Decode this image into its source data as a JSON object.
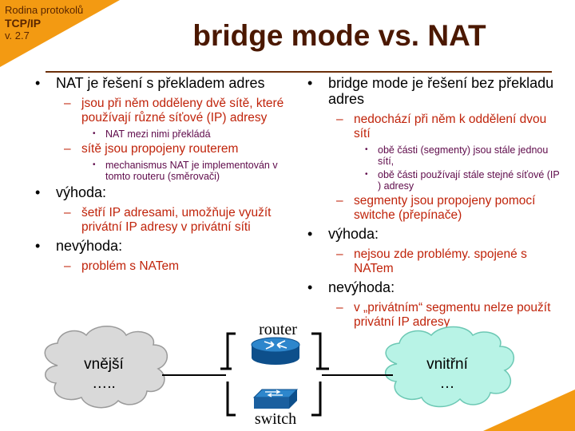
{
  "badge": {
    "line1": "Rodina protokolů",
    "line2": "TCP/IP",
    "line3": "v. 2.7"
  },
  "title": "bridge mode vs. NAT",
  "left_column": [
    {
      "level": 1,
      "text": "NAT je řešení  s překladem adres"
    },
    {
      "level": 2,
      "text": "jsou při něm odděleny dvě sítě, které používají různé síťové (IP) adresy"
    },
    {
      "level": 3,
      "text": "NAT mezi nimi překládá"
    },
    {
      "level": 2,
      "text": "sítě jsou propojeny routerem"
    },
    {
      "level": 3,
      "text": "mechanismus  NAT je implementován  v tomto routeru (směrovači)"
    },
    {
      "level": 1,
      "text": "výhoda:"
    },
    {
      "level": 2,
      "text": "šetří IP adresami, umožňuje využít privátní  IP adresy v privátní síti"
    },
    {
      "level": 1,
      "text": "nevýhoda:"
    },
    {
      "level": 2,
      "text": "problém s NATem"
    }
  ],
  "right_column": [
    {
      "level": 1,
      "text": "bridge mode je řešení  bez překladu  adres"
    },
    {
      "level": 2,
      "text": "nedochází při něm k oddělení dvou sítí"
    },
    {
      "level": 3,
      "text": "obě části (segmenty) jsou stále jednou sítí,"
    },
    {
      "level": 3,
      "text": "obě části používají  stále stejné síťové  (IP  ) adresy"
    },
    {
      "level": 2,
      "text": "segmenty jsou propojeny pomocí switche (přepínače)"
    },
    {
      "level": 1,
      "text": "výhoda:"
    },
    {
      "level": 2,
      "text": "nejsou zde problémy. spojené s NATem"
    },
    {
      "level": 1,
      "text": "nevýhoda:"
    },
    {
      "level": 2,
      "text": "v „privátním“ segmentu nelze použít privátní  IP adresy"
    }
  ],
  "diagram": {
    "outer_cloud": {
      "line1": "vnější",
      "line2": "….."
    },
    "inner_cloud": {
      "line1": "vnitřní",
      "line2": "…"
    },
    "router_label": "router",
    "switch_label": "switch",
    "router_icon": "router-icon",
    "switch_icon": "switch-icon"
  },
  "colors": {
    "accent_orange": "#f39a12",
    "title_brown": "#4b1800",
    "sub_red": "#c0240b",
    "sub_purple": "#5e0a4a",
    "outer_cloud": "#d9d9d9",
    "inner_cloud": "#b8f3e6",
    "device_blue": "#1f6fb1"
  }
}
